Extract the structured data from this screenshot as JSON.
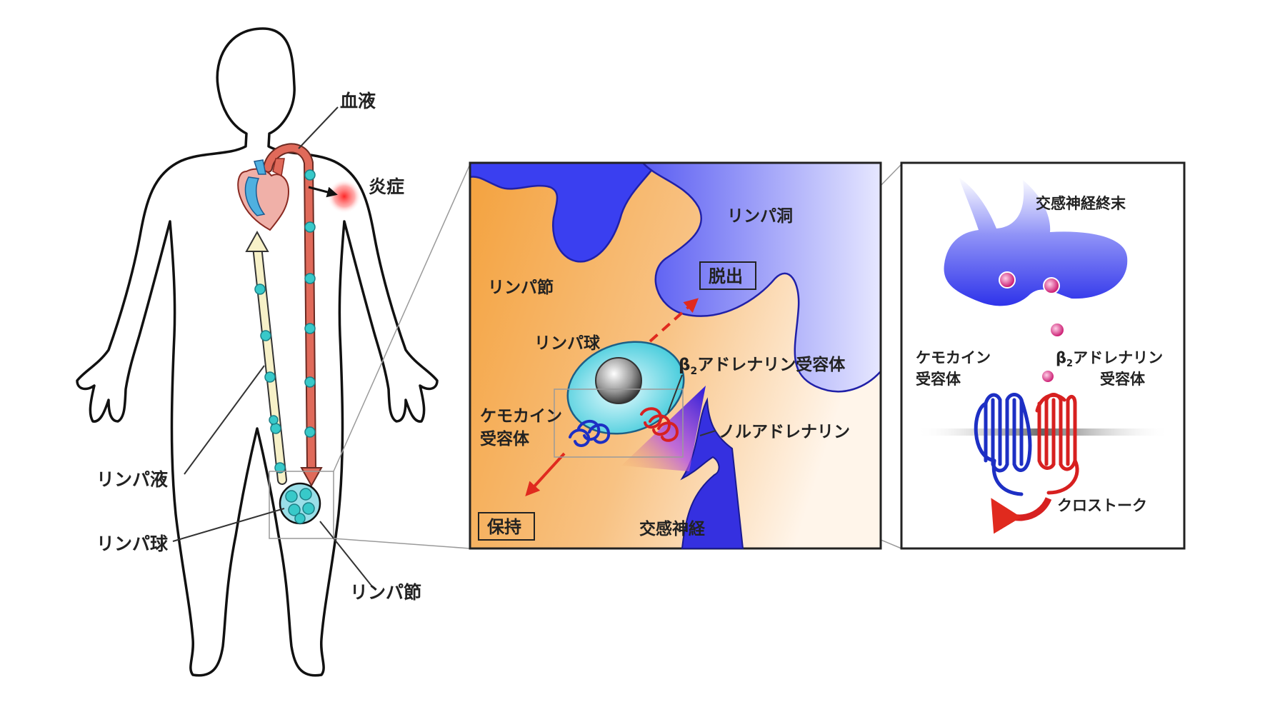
{
  "labels": {
    "blood": "血液",
    "inflammation": "炎症",
    "lymph_fluid": "リンパ液",
    "lymphocyte_body": "リンパ球",
    "lymph_node_body": "リンパ節",
    "lymph_node_panel": "リンパ節",
    "lymph_sinus": "リンパ洞",
    "egress": "脱出",
    "lymphocyte_panel": "リンパ球",
    "beta2_prefix": "β",
    "beta2_sub": "2",
    "beta2_receptor_rest": "アドレナリン受容体",
    "chemokine_line1": "ケモカイン",
    "chemokine_line2": "受容体",
    "noradrenaline": "ノルアドレナリン",
    "retention": "保持",
    "sympathetic_nerve": "交感神経",
    "nerve_terminal": "交感神経終末",
    "chemokine_r_line1": "ケモカイン",
    "chemokine_r_line2": "受容体",
    "beta2_r_line1_rest": "アドレナリン",
    "beta2_r_line2": "受容体",
    "crosstalk": "クロストーク"
  },
  "colors": {
    "blood_vessel": "#e06a5a",
    "lymph_vessel": "#f7f1c8",
    "lymphocyte": "#38c9c9",
    "lymph_node_tissue": "#f5a94b",
    "lymph_sinus": "#3a3ff0",
    "chemokine_receptor": "#1d2fc4",
    "beta2_receptor": "#d72020",
    "arrow": "#e02a1e",
    "inflammation": "#ff2a2a"
  }
}
